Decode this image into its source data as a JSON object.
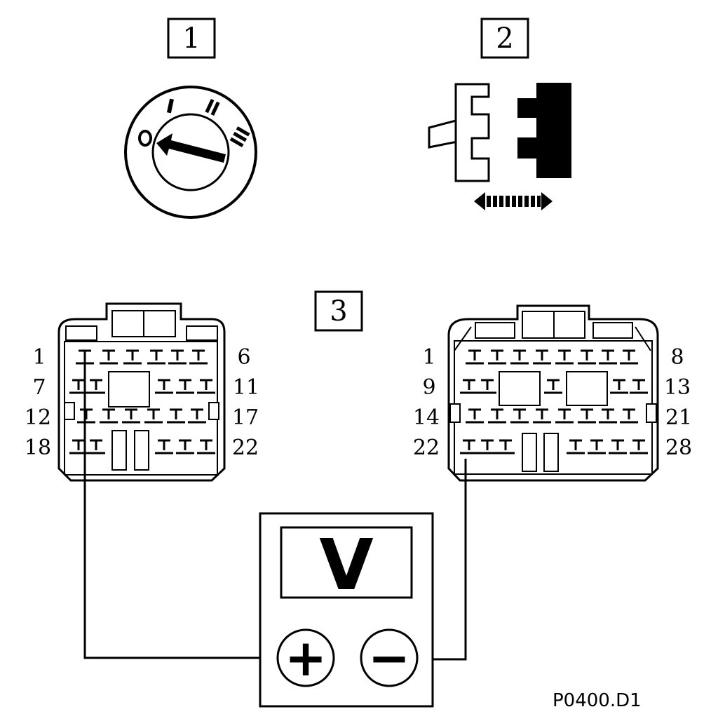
{
  "steps": {
    "ignition": "1",
    "connector_disconnect": "2",
    "measurement": "3"
  },
  "ignition_positions": [
    "O",
    "I",
    "II",
    "III"
  ],
  "connector_left": {
    "pin_labels_left": [
      "1",
      "7",
      "12",
      "18"
    ],
    "pin_labels_right": [
      "6",
      "11",
      "17",
      "22"
    ]
  },
  "connector_right": {
    "pin_labels_left": [
      "1",
      "9",
      "14",
      "22"
    ],
    "pin_labels_right": [
      "8",
      "13",
      "21",
      "28"
    ]
  },
  "voltmeter": {
    "display": "V",
    "positive": "+",
    "negative": "−"
  },
  "reference_code": "P0400.D1"
}
